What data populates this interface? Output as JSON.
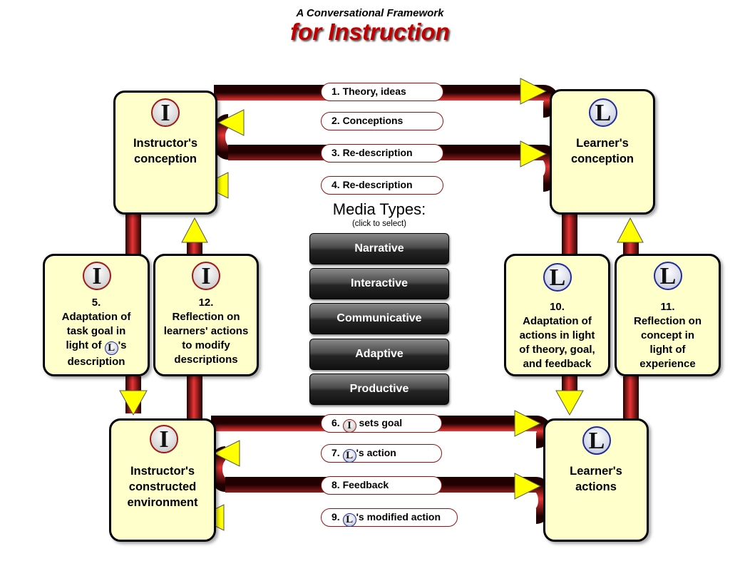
{
  "title": {
    "line1": "A Conversational Framework",
    "line2": "for Instruction"
  },
  "nodes": {
    "instructor_conception": {
      "badge": "I",
      "label_lines": [
        "Instructor's",
        "conception"
      ]
    },
    "learner_conception": {
      "badge": "L",
      "label_lines": [
        "Learner's",
        "conception"
      ]
    },
    "instructor_environment": {
      "badge": "I",
      "label_lines": [
        "Instructor's",
        "constructed",
        "environment"
      ]
    },
    "learner_actions": {
      "badge": "L",
      "label_lines": [
        "Learner's",
        "actions"
      ]
    },
    "adaptation_task_goal": {
      "badge": "I",
      "number": "5.",
      "line1": "Adaptation of",
      "line2": "task goal in",
      "line3_pre": "light of",
      "line3_badge": "L",
      "line3_post": "'s",
      "line4": "description"
    },
    "reflection_learners_actions": {
      "badge": "I",
      "number": "12.",
      "label_lines": [
        "Reflection on",
        "learners' actions",
        "to modify",
        "descriptions"
      ]
    },
    "adaptation_actions": {
      "badge": "L",
      "number": "10.",
      "label_lines": [
        "Adaptation of",
        "actions in light",
        "of theory, goal,",
        "and feedback"
      ]
    },
    "reflection_concept": {
      "badge": "L",
      "number": "11.",
      "label_lines": [
        "Reflection on",
        "concept in",
        "light of",
        "experience"
      ]
    }
  },
  "flows_top": [
    {
      "text": "1. Theory, ideas"
    },
    {
      "text": "2. Conceptions"
    },
    {
      "text": "3. Re-description"
    },
    {
      "text": "4. Re-description"
    }
  ],
  "flows_bottom": [
    {
      "pre": "6.",
      "badge": "I",
      "post": "sets goal"
    },
    {
      "pre": "7.",
      "badge": "L",
      "post": "'s action"
    },
    {
      "pre": "8. Feedback",
      "badge": "",
      "post": ""
    },
    {
      "pre": "9.",
      "badge": "L",
      "post": "'s modified action"
    }
  ],
  "media": {
    "title": "Media Types:",
    "subtitle": "(click to select)",
    "buttons": [
      "Narrative",
      "Interactive",
      "Communicative",
      "Adaptive",
      "Productive"
    ]
  },
  "colors": {
    "arrow_dark": "#200000",
    "arrow_light": "#e83030",
    "box_fill": "#ffffcc",
    "arrowhead": "#ffff00",
    "title_red": "#c00000"
  }
}
